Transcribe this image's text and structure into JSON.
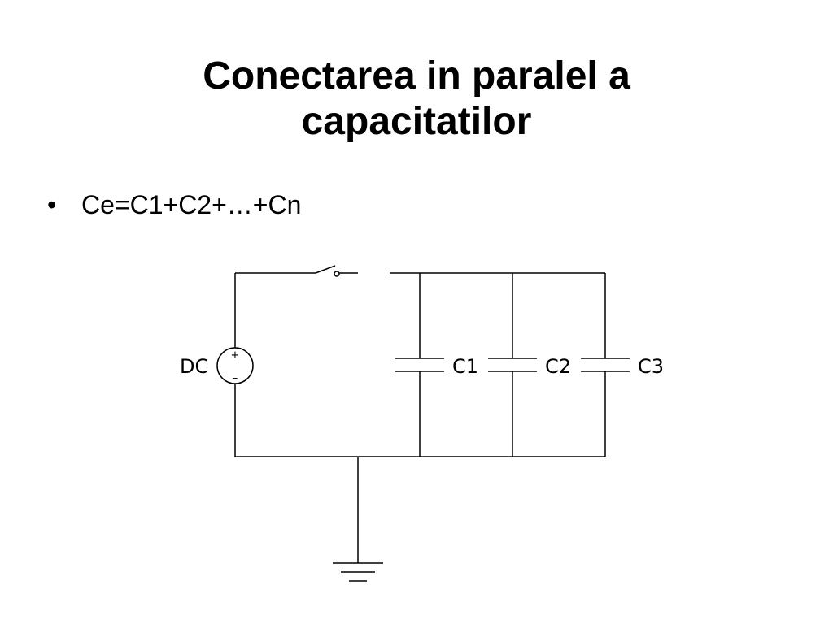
{
  "slide": {
    "title_lines": [
      "Conectarea in paralel a",
      "capacitatilor"
    ],
    "bullets": [
      {
        "symbol": "•",
        "text": "Ce=C1+C2+…+Cn"
      }
    ]
  },
  "circuit": {
    "source": {
      "label": "DC",
      "plus": "+",
      "minus": "–"
    },
    "capacitors": [
      {
        "label": "C1"
      },
      {
        "label": "C2"
      },
      {
        "label": "C3"
      }
    ],
    "components": [
      "dc-voltage-source",
      "switch",
      "capacitor",
      "capacitor",
      "capacitor",
      "ground"
    ],
    "stroke_color": "#000000"
  }
}
